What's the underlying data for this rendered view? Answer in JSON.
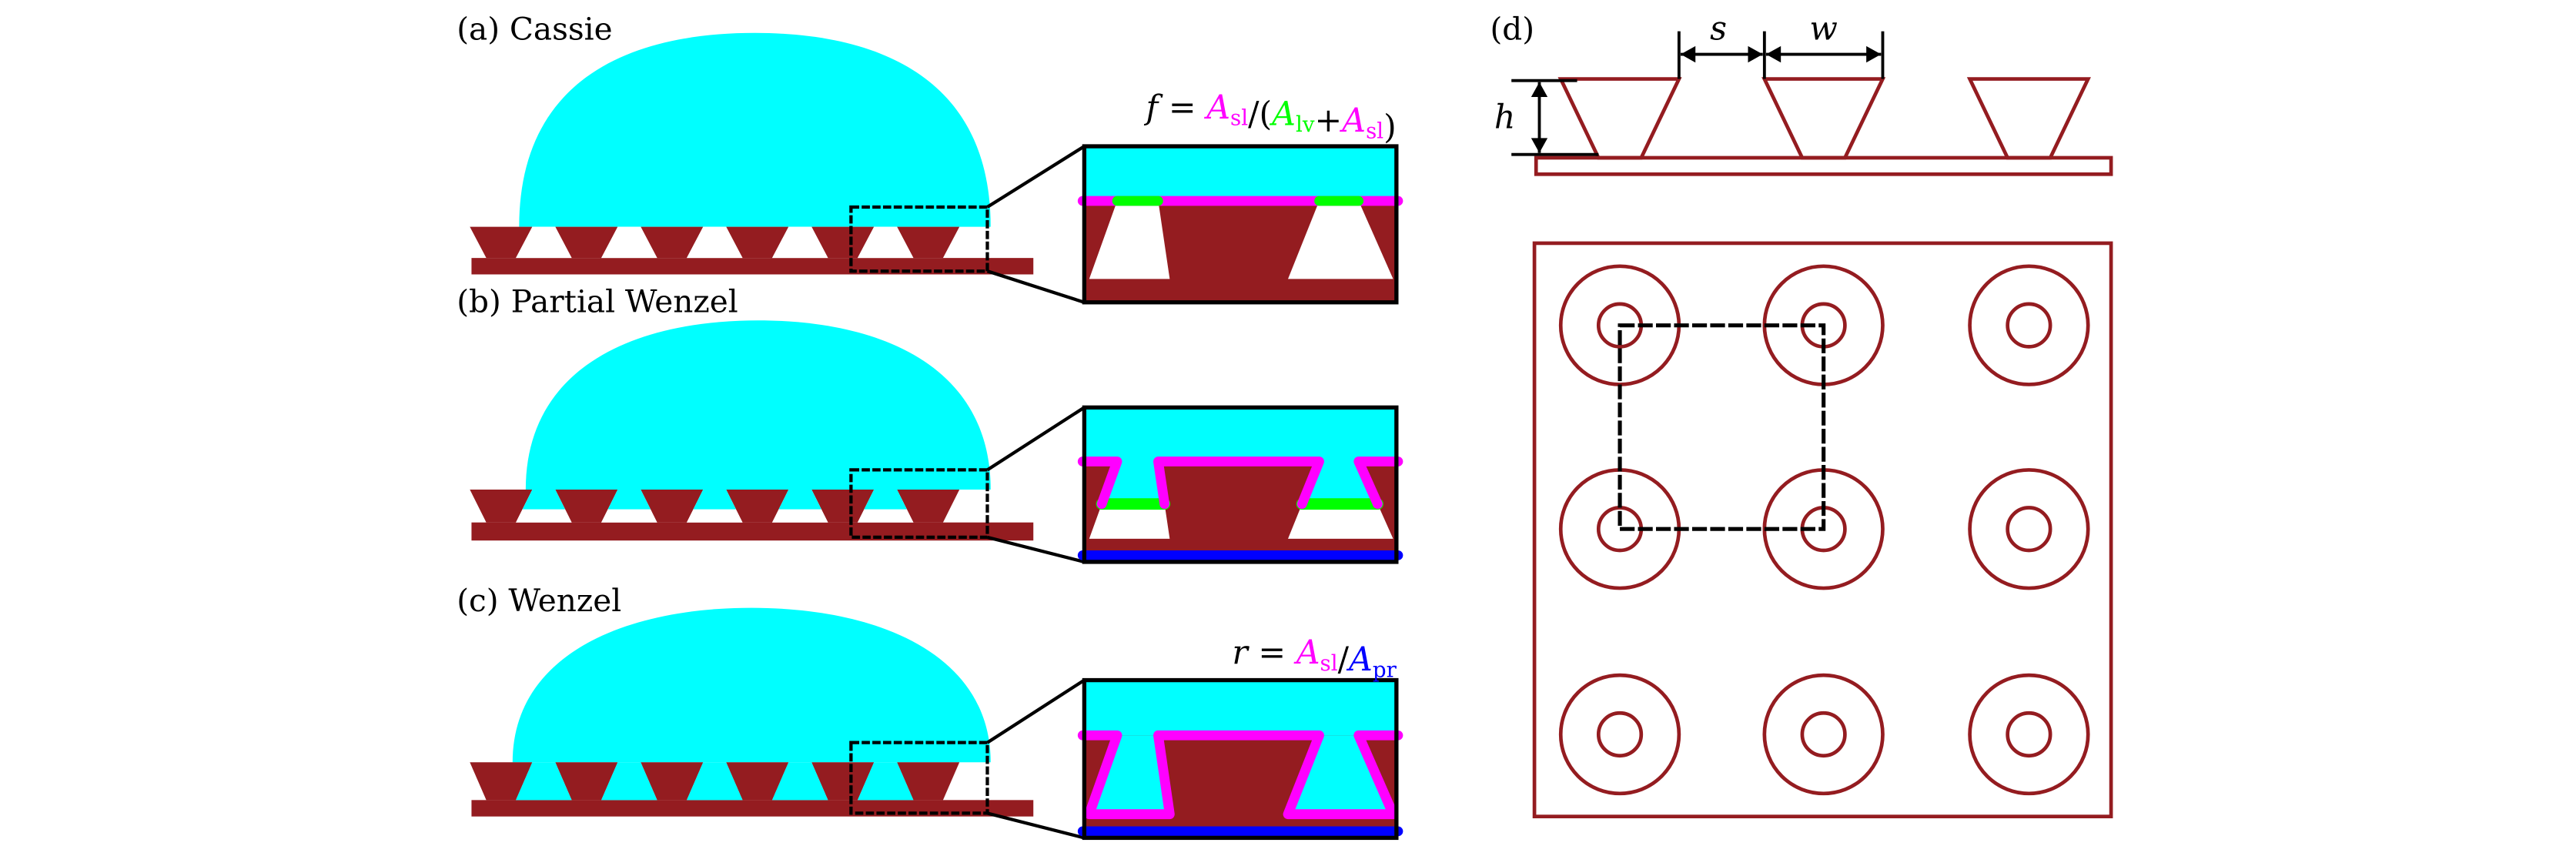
{
  "figure": {
    "colors": {
      "water": "#00ffff",
      "substrate": "#941c20",
      "air": "#ffffff",
      "solid_liquid": "#ff00ff",
      "liquid_vapor": "#00ff00",
      "projected": "#0000ff",
      "outline": "#000000"
    },
    "panels": [
      {
        "id": "a",
        "label": "(a) Cassie",
        "state": "cassie",
        "formula": {
          "lhs": "f",
          "eq": " = ",
          "terms": [
            {
              "sym": "A",
              "sub": "sl",
              "color_key": "solid_liquid"
            },
            {
              "text": "/("
            },
            {
              "sym": "A",
              "sub": "lv",
              "color_key": "liquid_vapor"
            },
            {
              "text": "+"
            },
            {
              "sym": "A",
              "sub": "sl",
              "color_key": "solid_liquid"
            },
            {
              "text": ")"
            }
          ]
        }
      },
      {
        "id": "b",
        "label": "(b) Partial Wenzel",
        "state": "partial"
      },
      {
        "id": "c",
        "label": "(c) Wenzel",
        "state": "wenzel",
        "formula": {
          "lhs": "r",
          "eq": " = ",
          "terms": [
            {
              "sym": "A",
              "sub": "sl",
              "color_key": "solid_liquid"
            },
            {
              "text": "/"
            },
            {
              "sym": "A",
              "sub": "pr",
              "color_key": "projected"
            }
          ]
        }
      }
    ],
    "panel_d": {
      "label": "(d)",
      "dimensions": {
        "spacing": "s",
        "width": "w",
        "height": "h"
      },
      "grid_rows": 3,
      "grid_cols": 3,
      "unit_cell_highlighted": true
    }
  }
}
